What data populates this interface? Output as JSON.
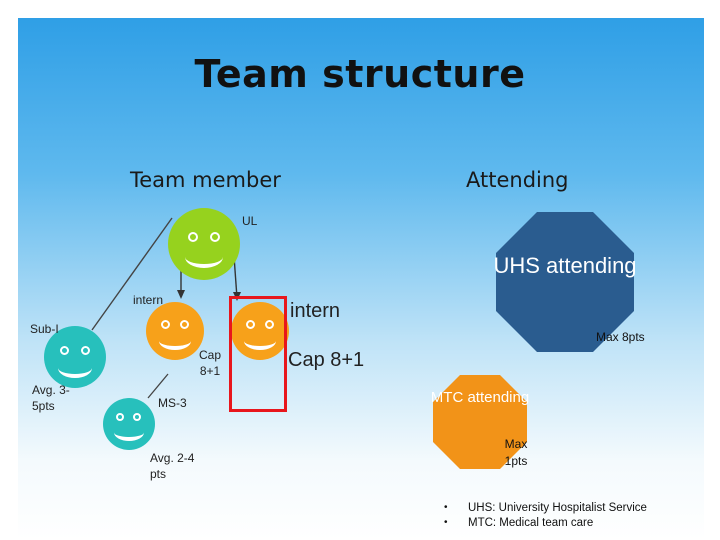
{
  "title": "Team structure",
  "headings": {
    "team_member": "Team member",
    "attending": "Attending"
  },
  "team": {
    "ul_label": "UL",
    "intern_left_label": "intern",
    "intern_right_label": "intern",
    "subi_label": "Sub-I",
    "subi_avg": "Avg. 3-5pts",
    "cap_left": "Cap 8+1",
    "cap_right": "Cap 8+1",
    "ms3_label": "MS-3",
    "ms3_avg": "Avg. 2-4 pts"
  },
  "attendings": {
    "uhs_label": "UHS attending",
    "uhs_max": "Max 8pts",
    "mtc_label": "MTC attending",
    "mtc_max": "Max 1pts"
  },
  "legend": [
    "UHS: University Hospitalist Service",
    "MTC: Medical team care"
  ],
  "colors": {
    "lime": "#96d21e",
    "orange": "#f7a11a",
    "teal": "#27c0bc",
    "navy_octagon": "#2a5c8f",
    "orange_octagon": "#f29318",
    "red_box": "#e8161c"
  }
}
